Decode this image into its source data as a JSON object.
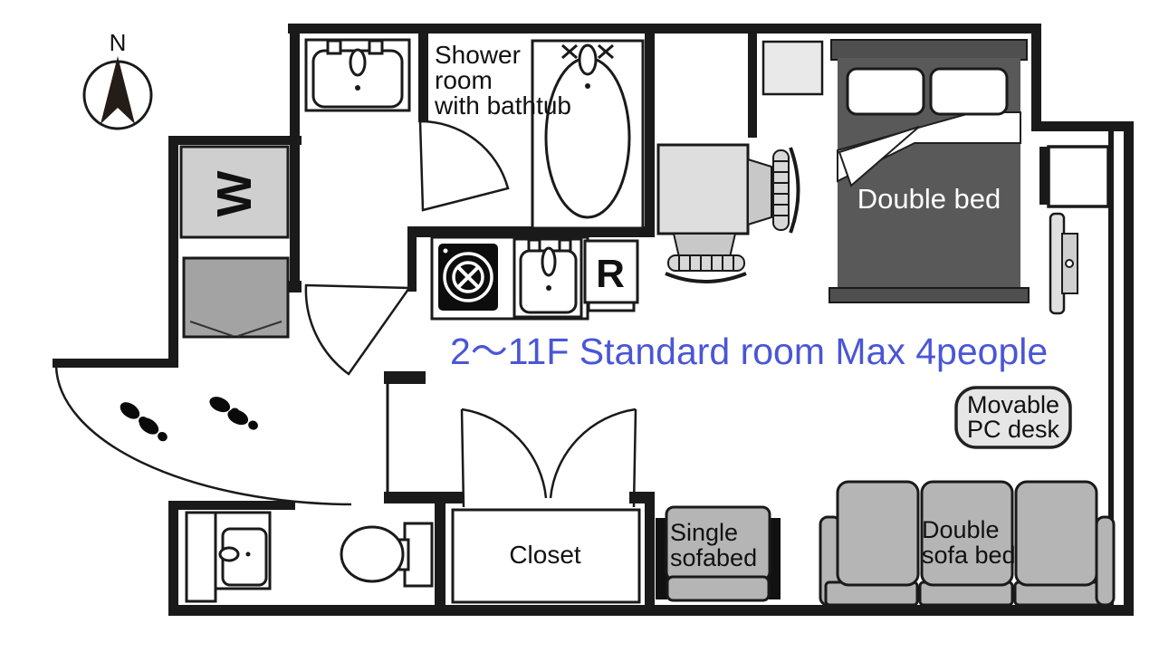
{
  "plan": {
    "compass_label": "N",
    "title": "2〜11F Standard room Max 4people",
    "rooms": {
      "shower_line1": "Shower",
      "shower_line2": "room",
      "shower_line3": "with bathtub",
      "closet": "Closet"
    },
    "appliances": {
      "washer": "W",
      "fridge": "R"
    },
    "furniture": {
      "double_bed": "Double bed",
      "pc_desk_line1": "Movable",
      "pc_desk_line2": "PC desk",
      "single_sofa_line1": "Single",
      "single_sofa_line2": "sofabed",
      "double_sofa_line1": "Double",
      "double_sofa_line2": "sofa bed"
    },
    "colors": {
      "wall": "#1a1a1a",
      "bed": "#595959",
      "sofa": "#b5b5b5",
      "title_blue": "#4a56d6",
      "washer_box": "#cfcfcf",
      "lower_box": "#a3a3a3"
    }
  }
}
